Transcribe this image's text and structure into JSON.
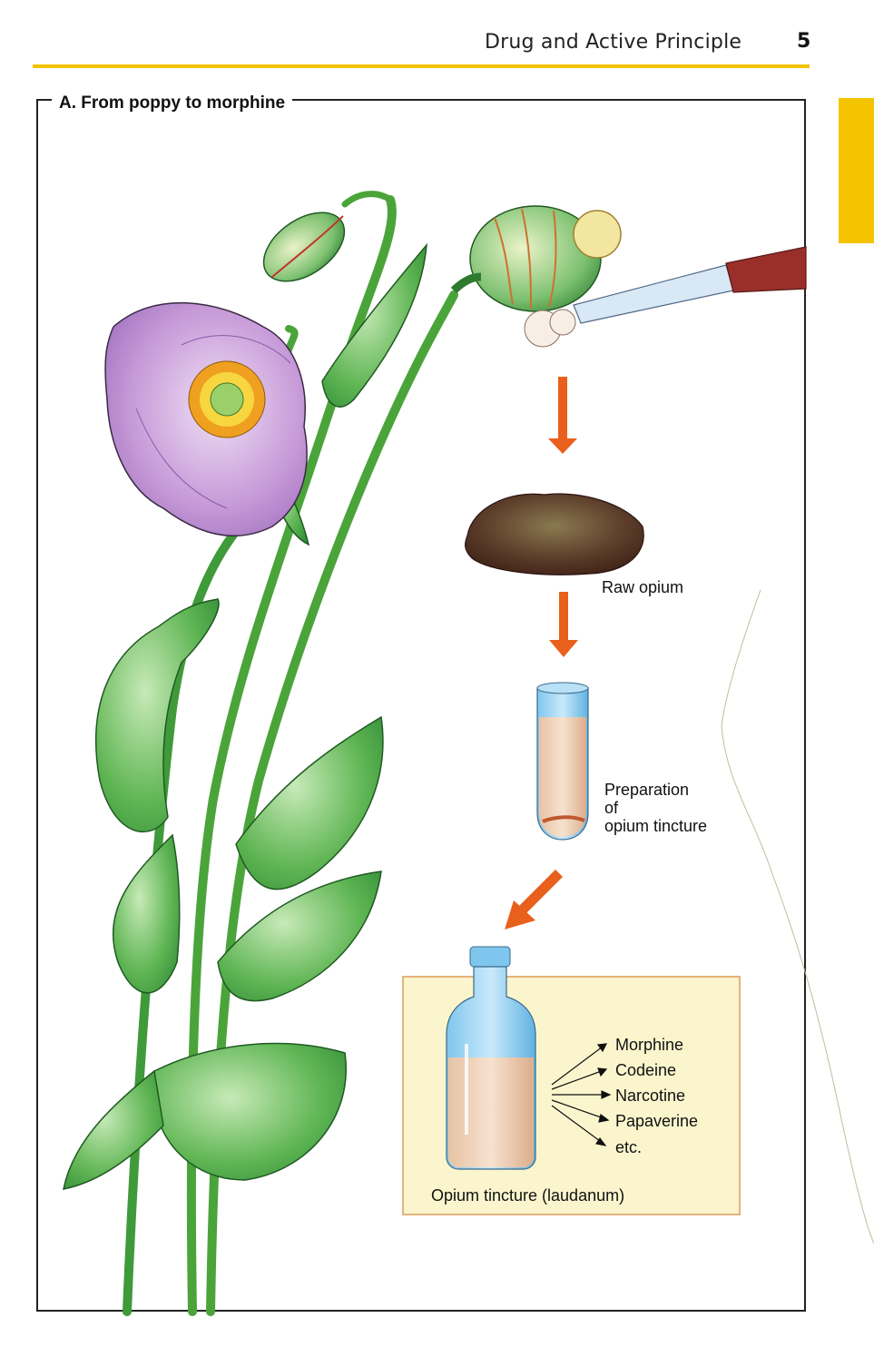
{
  "header": {
    "title": "Drug and Active Principle",
    "page_number": "5"
  },
  "panel": {
    "title": "A. From poppy to morphine"
  },
  "labels": {
    "raw_opium": "Raw opium",
    "preparation_line1": "Preparation",
    "preparation_line2": "of",
    "preparation_line3": "opium tincture",
    "tincture": "Opium tincture (laudanum)"
  },
  "alkaloids": [
    "Morphine",
    "Codeine",
    "Narcotine",
    "Papaverine",
    "etc."
  ],
  "colors": {
    "accent": "#f2c200",
    "arrow": "#e8601c",
    "petal": "#c79ad8",
    "stem": "#4aa43a",
    "opium": "#5a3a28",
    "box_bg": "#fbf5cd"
  }
}
